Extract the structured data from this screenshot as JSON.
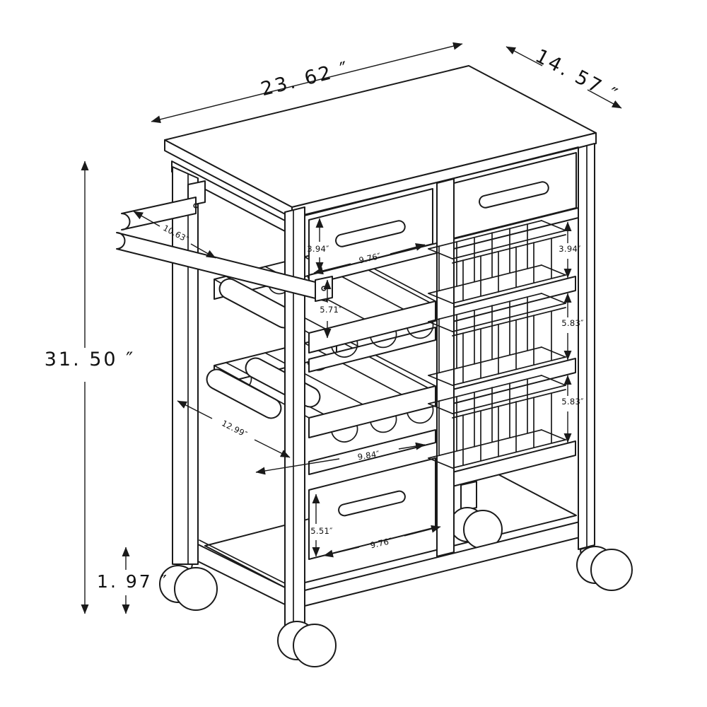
{
  "meta": {
    "figure_type": "product-dimension-diagram",
    "subject": "kitchen cart isometric line drawing",
    "unit": "inches",
    "background_color": "#ffffff",
    "line_color": "#1a1a1a"
  },
  "dims": {
    "overall_width": {
      "text": "23. 62 ″",
      "inches": 23.62
    },
    "overall_depth": {
      "text": "14. 57 ″",
      "inches": 14.57
    },
    "overall_height": {
      "text": "31. 50 ″",
      "inches": 31.5
    },
    "caster_height": {
      "text": "1. 97 ″",
      "inches": 1.97
    },
    "towel_bar_length": {
      "text": "10.63″",
      "inches": 10.63
    },
    "top_drawer_left_height": {
      "text": "3.94″",
      "inches": 3.94
    },
    "top_drawer_left_width": {
      "text": "9.76″",
      "inches": 9.76
    },
    "wine_rack_opening_height": {
      "text": "5.71″",
      "inches": 5.71
    },
    "wine_rail_depth": {
      "text": "12.99″",
      "inches": 12.99
    },
    "wine_rack_width": {
      "text": "9.84″",
      "inches": 9.84
    },
    "bottom_drawer_height": {
      "text": "5.51″",
      "inches": 5.51
    },
    "bottom_drawer_width": {
      "text": "9.76″",
      "inches": 9.76
    },
    "top_drawer_right_height": {
      "text": "3.94″",
      "inches": 3.94
    },
    "basket_opening_1_height": {
      "text": "5.83″",
      "inches": 5.83
    },
    "basket_opening_2_height": {
      "text": "5.83″",
      "inches": 5.83
    }
  }
}
